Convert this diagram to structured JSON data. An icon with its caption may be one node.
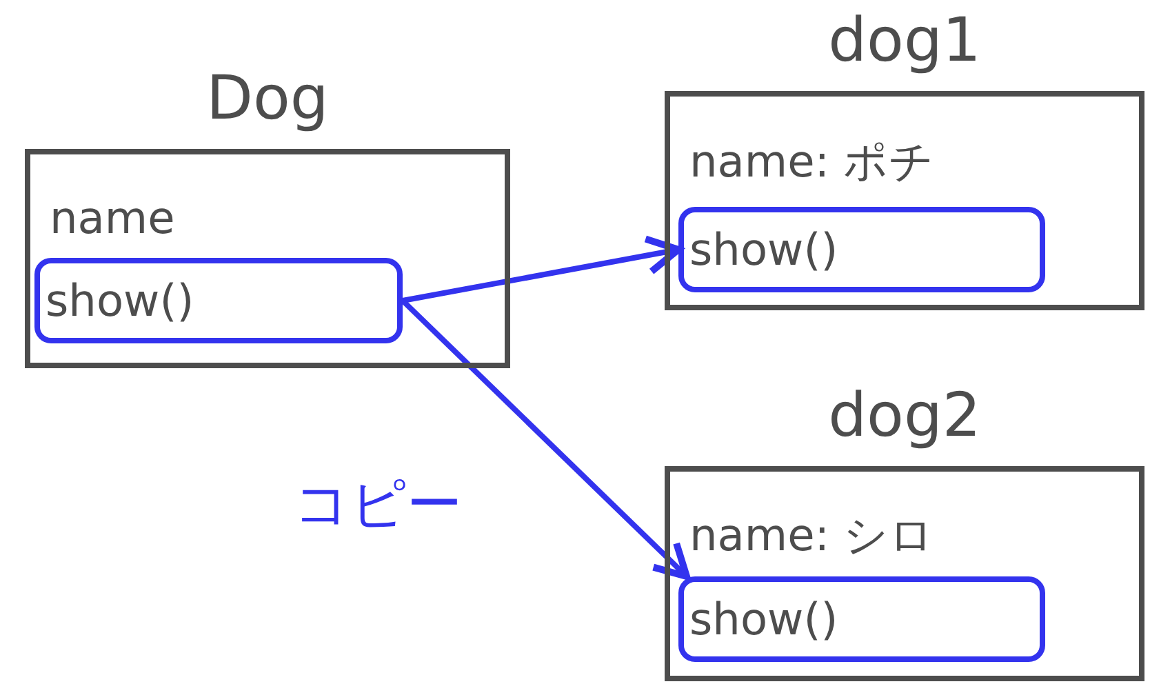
{
  "diagram": {
    "nodes": [
      {
        "text": [
          "Dog",
          "name"
        ]
      },
      {
        "text": [
          "show()"
        ],
        "in": 0
      },
      {
        "text": [
          "dog1",
          "name: ポチ"
        ]
      },
      {
        "text": [
          "show()"
        ],
        "in": 2
      },
      {
        "text": [
          "dog2",
          "name: シロ"
        ]
      },
      {
        "text": [
          "show()"
        ],
        "in": 4
      }
    ],
    "edges": [
      {
        "from": 1,
        "to": 3,
        "arrow": "to"
      },
      {
        "from": 1,
        "to": 5,
        "arrow": "to",
        "label": "コピー"
      }
    ]
  }
}
